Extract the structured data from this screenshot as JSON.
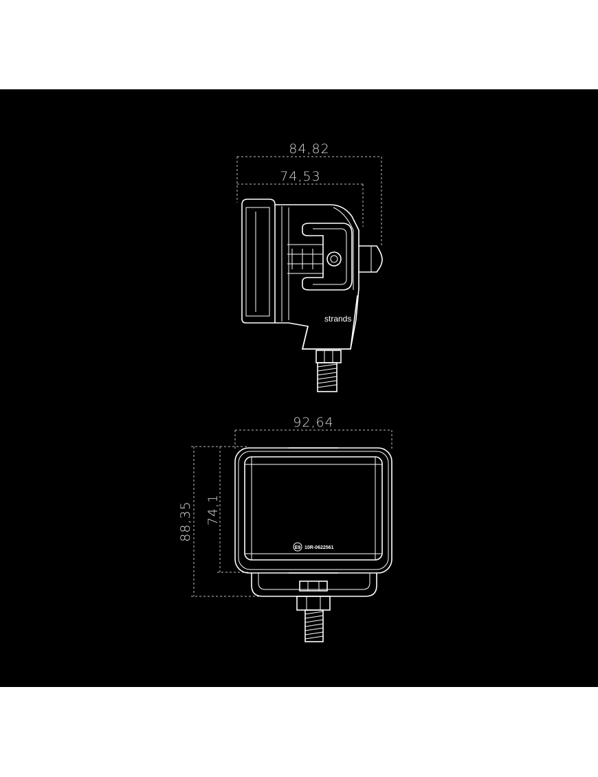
{
  "drawing": {
    "background": "#000000",
    "line_color": "#ffffff",
    "dimension_color": "#d9d9d9"
  },
  "side_view": {
    "overall_width": "84,82",
    "body_width": "74,53",
    "brand_label": "strands"
  },
  "front_view": {
    "width": "92,64",
    "overall_height": "88,35",
    "body_height": "74,1",
    "approval_mark": "E9",
    "approval_number": "10R-0622561"
  }
}
